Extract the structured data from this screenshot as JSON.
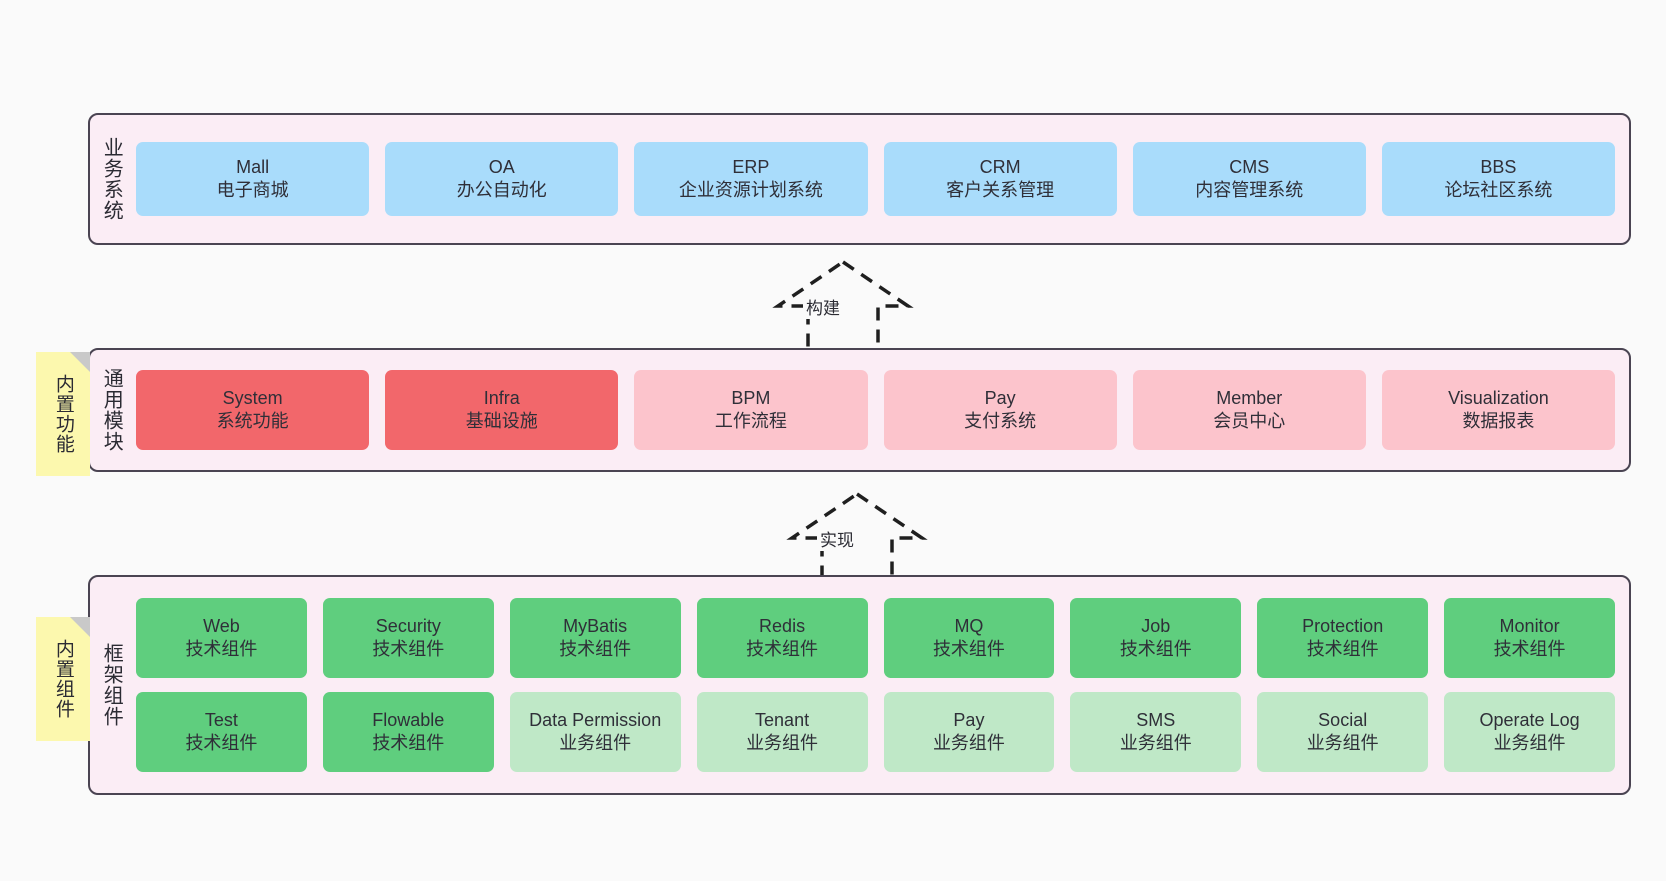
{
  "layers": [
    {
      "id": "business",
      "title": "业务系统",
      "rows": [
        {
          "cards": [
            {
              "en": "Mall",
              "cn": "电子商城",
              "color": "blue"
            },
            {
              "en": "OA",
              "cn": "办公自动化",
              "color": "blue"
            },
            {
              "en": "ERP",
              "cn": "企业资源计划系统",
              "color": "blue"
            },
            {
              "en": "CRM",
              "cn": "客户关系管理",
              "color": "blue"
            },
            {
              "en": "CMS",
              "cn": "内容管理系统",
              "color": "blue"
            },
            {
              "en": "BBS",
              "cn": "论坛社区系统",
              "color": "blue"
            }
          ]
        }
      ]
    },
    {
      "id": "common",
      "title": "通用模块",
      "rows": [
        {
          "cards": [
            {
              "en": "System",
              "cn": "系统功能",
              "color": "red"
            },
            {
              "en": "Infra",
              "cn": "基础设施",
              "color": "red"
            },
            {
              "en": "BPM",
              "cn": "工作流程",
              "color": "pink"
            },
            {
              "en": "Pay",
              "cn": "支付系统",
              "color": "pink"
            },
            {
              "en": "Member",
              "cn": "会员中心",
              "color": "pink"
            },
            {
              "en": "Visualization",
              "cn": "数据报表",
              "color": "pink"
            }
          ]
        }
      ]
    },
    {
      "id": "framework",
      "title": "框架组件",
      "rows": [
        {
          "cards": [
            {
              "en": "Web",
              "cn": "技术组件",
              "color": "green"
            },
            {
              "en": "Security",
              "cn": "技术组件",
              "color": "green"
            },
            {
              "en": "MyBatis",
              "cn": "技术组件",
              "color": "green"
            },
            {
              "en": "Redis",
              "cn": "技术组件",
              "color": "green"
            },
            {
              "en": "MQ",
              "cn": "技术组件",
              "color": "green"
            },
            {
              "en": "Job",
              "cn": "技术组件",
              "color": "green"
            },
            {
              "en": "Protection",
              "cn": "技术组件",
              "color": "green"
            },
            {
              "en": "Monitor",
              "cn": "技术组件",
              "color": "green"
            }
          ]
        },
        {
          "cards": [
            {
              "en": "Test",
              "cn": "技术组件",
              "color": "green"
            },
            {
              "en": "Flowable",
              "cn": "技术组件",
              "color": "green"
            },
            {
              "en": "Data Permission",
              "cn": "业务组件",
              "color": "lgreen"
            },
            {
              "en": "Tenant",
              "cn": "业务组件",
              "color": "lgreen"
            },
            {
              "en": "Pay",
              "cn": "业务组件",
              "color": "lgreen"
            },
            {
              "en": "SMS",
              "cn": "业务组件",
              "color": "lgreen"
            },
            {
              "en": "Social",
              "cn": "业务组件",
              "color": "lgreen"
            },
            {
              "en": "Operate Log",
              "cn": "业务组件",
              "color": "lgreen"
            }
          ]
        }
      ]
    }
  ],
  "notes": [
    {
      "id": "func",
      "text": "内置功能"
    },
    {
      "id": "comp",
      "text": "内置组件"
    }
  ],
  "arrows": [
    {
      "id": "build",
      "label": "构建"
    },
    {
      "id": "impl",
      "label": "实现"
    }
  ],
  "colors": {
    "background": "#fafafa",
    "layer_fill": "#fbedf5",
    "layer_border": "#4a4452",
    "blue": "#a9dcfb",
    "red": "#f2676b",
    "pink": "#fcc4cc",
    "green": "#5fce7e",
    "light_green": "#bfe8c7",
    "note_fill": "#fcf8ae",
    "note_fold": "#c9c9c9",
    "arrow_stroke": "#1f1f1f"
  }
}
